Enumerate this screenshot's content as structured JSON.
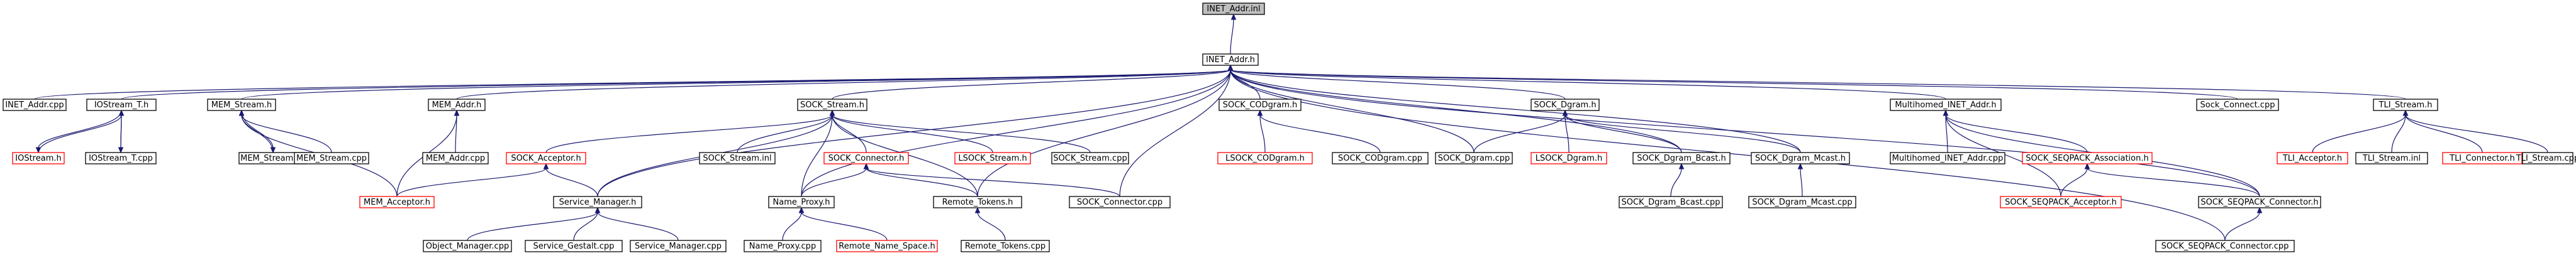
{
  "graph": {
    "root": "INET_Addr.inl",
    "colors": {
      "edge": "#191970",
      "border": "#000000",
      "missing_border": "#ff0000",
      "root_fill": "#bfbfbf"
    },
    "nodes": [
      {
        "id": "n0",
        "label": "INET_Addr.inl",
        "root": true
      },
      {
        "id": "n1",
        "label": "INET_Addr.h"
      },
      {
        "id": "n2",
        "label": "INET_Addr.cpp"
      },
      {
        "id": "n3",
        "label": "IOStream_T.h"
      },
      {
        "id": "n4",
        "label": "IOStream.h",
        "missing": true
      },
      {
        "id": "n5",
        "label": "IOStream_T.cpp"
      },
      {
        "id": "n6",
        "label": "MEM_Stream.h"
      },
      {
        "id": "n7",
        "label": "MEM_Stream.inl"
      },
      {
        "id": "n8",
        "label": "MEM_Stream.cpp"
      },
      {
        "id": "n9",
        "label": "MEM_Addr.h"
      },
      {
        "id": "n10",
        "label": "MEM_Addr.cpp"
      },
      {
        "id": "n11",
        "label": "MEM_Acceptor.h",
        "missing": true
      },
      {
        "id": "n12",
        "label": "SOCK_Stream.h"
      },
      {
        "id": "n13",
        "label": "SOCK_Acceptor.h",
        "missing": true
      },
      {
        "id": "n14",
        "label": "SOCK_Stream.inl"
      },
      {
        "id": "n15",
        "label": "SOCK_Connector.h",
        "missing": true
      },
      {
        "id": "n16",
        "label": "LSOCK_Stream.h",
        "missing": true
      },
      {
        "id": "n17",
        "label": "SOCK_Stream.cpp"
      },
      {
        "id": "n18",
        "label": "Service_Manager.h"
      },
      {
        "id": "n19",
        "label": "Object_Manager.cpp"
      },
      {
        "id": "n20",
        "label": "Service_Gestalt.cpp"
      },
      {
        "id": "n21",
        "label": "Service_Manager.cpp"
      },
      {
        "id": "n22",
        "label": "Name_Proxy.h"
      },
      {
        "id": "n23",
        "label": "Name_Proxy.cpp"
      },
      {
        "id": "n24",
        "label": "Remote_Name_Space.h",
        "missing": true
      },
      {
        "id": "n25",
        "label": "Remote_Tokens.h"
      },
      {
        "id": "n26",
        "label": "Remote_Tokens.cpp"
      },
      {
        "id": "n27",
        "label": "SOCK_Connector.cpp"
      },
      {
        "id": "n28",
        "label": "SOCK_CODgram.h"
      },
      {
        "id": "n29",
        "label": "LSOCK_CODgram.h",
        "missing": true
      },
      {
        "id": "n30",
        "label": "SOCK_CODgram.cpp"
      },
      {
        "id": "n31",
        "label": "SOCK_Dgram.h"
      },
      {
        "id": "n32",
        "label": "SOCK_Dgram.cpp"
      },
      {
        "id": "n33",
        "label": "LSOCK_Dgram.h",
        "missing": true
      },
      {
        "id": "n34",
        "label": "SOCK_Dgram_Bcast.h"
      },
      {
        "id": "n35",
        "label": "SOCK_Dgram_Bcast.cpp"
      },
      {
        "id": "n36",
        "label": "SOCK_Dgram_Mcast.h"
      },
      {
        "id": "n37",
        "label": "SOCK_Dgram_Mcast.cpp"
      },
      {
        "id": "n38",
        "label": "Multihomed_INET_Addr.h"
      },
      {
        "id": "n39",
        "label": "Multihomed_INET_Addr.cpp"
      },
      {
        "id": "n40",
        "label": "SOCK_SEQPACK_Association.h",
        "missing": true
      },
      {
        "id": "n41",
        "label": "SOCK_SEQPACK_Acceptor.h",
        "missing": true
      },
      {
        "id": "n42",
        "label": "SOCK_SEQPACK_Connector.h"
      },
      {
        "id": "n43",
        "label": "SOCK_SEQPACK_Connector.cpp"
      },
      {
        "id": "n44",
        "label": "Sock_Connect.cpp"
      },
      {
        "id": "n45",
        "label": "TLI_Stream.h"
      },
      {
        "id": "n46",
        "label": "TLI_Acceptor.h",
        "missing": true
      },
      {
        "id": "n47",
        "label": "TLI_Stream.inl"
      },
      {
        "id": "n48",
        "label": "TLI_Connector.h",
        "missing": true
      },
      {
        "id": "n49",
        "label": "TLI_Stream.cpp"
      }
    ],
    "edges": [
      [
        "n1",
        "n0"
      ],
      [
        "n2",
        "n1"
      ],
      [
        "n3",
        "n1"
      ],
      [
        "n6",
        "n1"
      ],
      [
        "n9",
        "n1"
      ],
      [
        "n12",
        "n1"
      ],
      [
        "n28",
        "n1"
      ],
      [
        "n31",
        "n1"
      ],
      [
        "n38",
        "n1"
      ],
      [
        "n44",
        "n1"
      ],
      [
        "n45",
        "n1"
      ],
      [
        "n18",
        "n1"
      ],
      [
        "n22",
        "n1"
      ],
      [
        "n25",
        "n1"
      ],
      [
        "n27",
        "n1"
      ],
      [
        "n32",
        "n1"
      ],
      [
        "n34",
        "n1"
      ],
      [
        "n36",
        "n1"
      ],
      [
        "n42",
        "n1"
      ],
      [
        "n43",
        "n1"
      ],
      [
        "n4",
        "n3"
      ],
      [
        "n5",
        "n3"
      ],
      [
        "n3",
        "n4"
      ],
      [
        "n3",
        "n5"
      ],
      [
        "n7",
        "n6"
      ],
      [
        "n8",
        "n6"
      ],
      [
        "n6",
        "n7"
      ],
      [
        "n11",
        "n6"
      ],
      [
        "n10",
        "n9"
      ],
      [
        "n11",
        "n9"
      ],
      [
        "n13",
        "n12"
      ],
      [
        "n14",
        "n12"
      ],
      [
        "n15",
        "n12"
      ],
      [
        "n16",
        "n12"
      ],
      [
        "n17",
        "n12"
      ],
      [
        "n18",
        "n12"
      ],
      [
        "n22",
        "n12"
      ],
      [
        "n25",
        "n12"
      ],
      [
        "n11",
        "n13"
      ],
      [
        "n18",
        "n13"
      ],
      [
        "n19",
        "n18"
      ],
      [
        "n20",
        "n18"
      ],
      [
        "n21",
        "n18"
      ],
      [
        "n22",
        "n15"
      ],
      [
        "n25",
        "n15"
      ],
      [
        "n27",
        "n15"
      ],
      [
        "n23",
        "n22"
      ],
      [
        "n24",
        "n22"
      ],
      [
        "n26",
        "n25"
      ],
      [
        "n29",
        "n28"
      ],
      [
        "n30",
        "n28"
      ],
      [
        "n32",
        "n31"
      ],
      [
        "n33",
        "n31"
      ],
      [
        "n34",
        "n31"
      ],
      [
        "n36",
        "n31"
      ],
      [
        "n35",
        "n34"
      ],
      [
        "n37",
        "n36"
      ],
      [
        "n39",
        "n38"
      ],
      [
        "n40",
        "n38"
      ],
      [
        "n41",
        "n38"
      ],
      [
        "n42",
        "n38"
      ],
      [
        "n41",
        "n40"
      ],
      [
        "n42",
        "n40"
      ],
      [
        "n43",
        "n42"
      ],
      [
        "n46",
        "n45"
      ],
      [
        "n47",
        "n45"
      ],
      [
        "n48",
        "n45"
      ],
      [
        "n49",
        "n45"
      ]
    ]
  }
}
